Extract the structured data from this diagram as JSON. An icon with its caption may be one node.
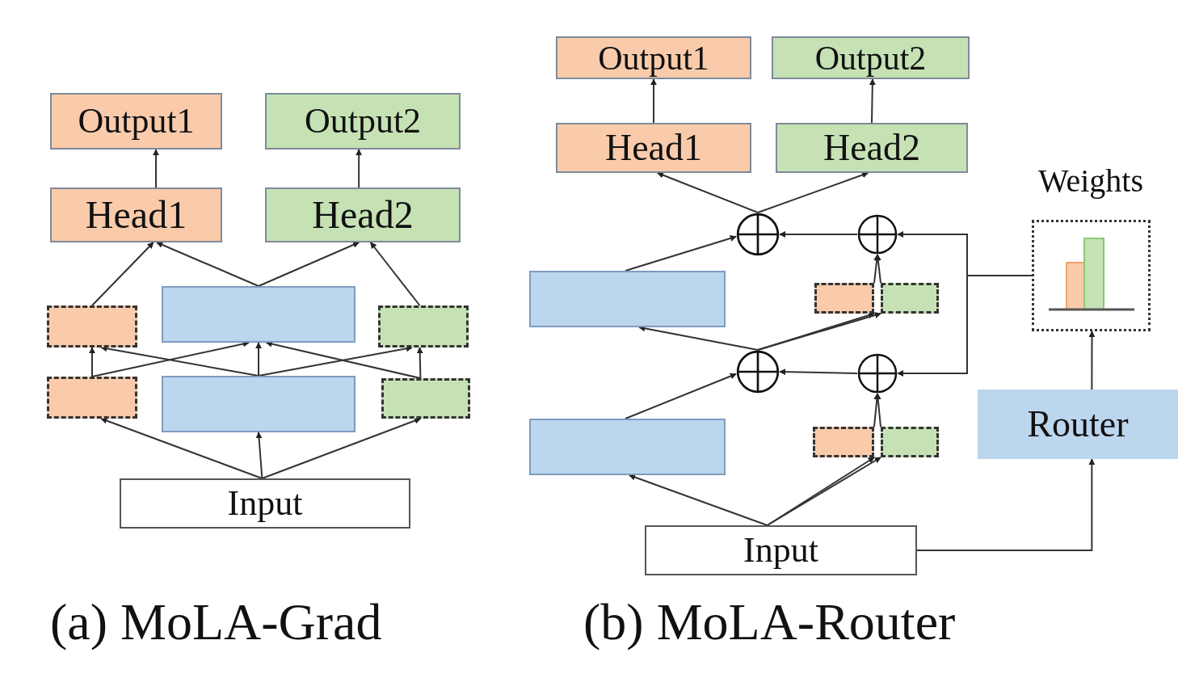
{
  "diagram": {
    "nodes": [
      {
        "text": [
          "Output1"
        ]
      },
      {
        "text": [
          "Output2"
        ]
      },
      {
        "text": [
          "Head1"
        ]
      },
      {
        "text": [
          "Head2"
        ]
      },
      {
        "text": [],
        "shape": "box"
      },
      {
        "text": [],
        "shape": "box"
      },
      {
        "text": [],
        "shape": "box"
      },
      {
        "text": [],
        "shape": "box"
      },
      {
        "text": [],
        "shape": "box"
      },
      {
        "text": [],
        "shape": "box"
      },
      {
        "text": [
          "Input"
        ]
      },
      {
        "text": [
          "Output1"
        ]
      },
      {
        "text": [
          "Output2"
        ]
      },
      {
        "text": [
          "Head1"
        ]
      },
      {
        "text": [
          "Head2"
        ]
      },
      {
        "text": [
          "Weights"
        ]
      },
      {
        "text": [],
        "shape": "circle"
      },
      {
        "text": [],
        "shape": "circle"
      },
      {
        "text": [],
        "shape": "box"
      },
      {
        "text": [],
        "shape": "box"
      },
      {
        "text": [],
        "shape": "box"
      },
      {
        "text": [],
        "shape": "circle"
      },
      {
        "text": [],
        "shape": "circle"
      },
      {
        "text": [],
        "shape": "box"
      },
      {
        "text": [],
        "shape": "box"
      },
      {
        "text": [],
        "shape": "box"
      },
      {
        "text": [
          "Router"
        ]
      },
      {
        "text": [
          "Input"
        ]
      }
    ],
    "edges": [
      {
        "from": 2,
        "to": 0,
        "arrow": "to"
      },
      {
        "from": 3,
        "to": 1,
        "arrow": "to"
      },
      {
        "from": 4,
        "to": 2,
        "arrow": "to"
      },
      {
        "from": 5,
        "to": 2,
        "arrow": "to"
      },
      {
        "from": 5,
        "to": 3,
        "arrow": "to"
      },
      {
        "from": 6,
        "to": 3,
        "arrow": "to"
      },
      {
        "from": 7,
        "to": 4,
        "arrow": "to"
      },
      {
        "from": 7,
        "to": 5,
        "arrow": "to"
      },
      {
        "from": 8,
        "to": 4,
        "arrow": "to"
      },
      {
        "from": 8,
        "to": 5,
        "arrow": "to"
      },
      {
        "from": 8,
        "to": 6,
        "arrow": "to"
      },
      {
        "from": 9,
        "to": 5,
        "arrow": "to"
      },
      {
        "from": 9,
        "to": 6,
        "arrow": "to"
      },
      {
        "from": 10,
        "to": 7,
        "arrow": "to"
      },
      {
        "from": 10,
        "to": 8,
        "arrow": "to"
      },
      {
        "from": 10,
        "to": 9,
        "arrow": "to"
      },
      {
        "from": 13,
        "to": 11,
        "arrow": "to"
      },
      {
        "from": 14,
        "to": 12,
        "arrow": "to"
      },
      {
        "from": 16,
        "to": 13,
        "arrow": "to"
      },
      {
        "from": 16,
        "to": 14,
        "arrow": "to"
      },
      {
        "from": 18,
        "to": 16,
        "arrow": "to"
      },
      {
        "from": 17,
        "to": 16,
        "arrow": "to"
      },
      {
        "from": 15,
        "to": 17,
        "arrow": "to"
      },
      {
        "from": 15,
        "to": 22,
        "arrow": "to"
      },
      {
        "from": 19,
        "to": 17,
        "arrow": "to"
      },
      {
        "from": 20,
        "to": 17,
        "arrow": "to"
      },
      {
        "from": 22,
        "to": 21,
        "arrow": "to"
      },
      {
        "from": 21,
        "to": 18,
        "arrow": "to"
      },
      {
        "from": 21,
        "to": 19,
        "arrow": "to"
      },
      {
        "from": 21,
        "to": 20,
        "arrow": "to"
      },
      {
        "from": 23,
        "to": 21,
        "arrow": "to"
      },
      {
        "from": 24,
        "to": 22,
        "arrow": "to"
      },
      {
        "from": 25,
        "to": 22,
        "arrow": "to"
      },
      {
        "from": 27,
        "to": 23,
        "arrow": "to"
      },
      {
        "from": 27,
        "to": 24,
        "arrow": "to"
      },
      {
        "from": 27,
        "to": 25,
        "arrow": "to"
      },
      {
        "from": 27,
        "to": 26,
        "arrow": "to"
      },
      {
        "from": 26,
        "to": 15,
        "arrow": "to"
      }
    ],
    "labels": [
      "(a) MoLA-Grad",
      "(b) MoLA-Router"
    ]
  }
}
